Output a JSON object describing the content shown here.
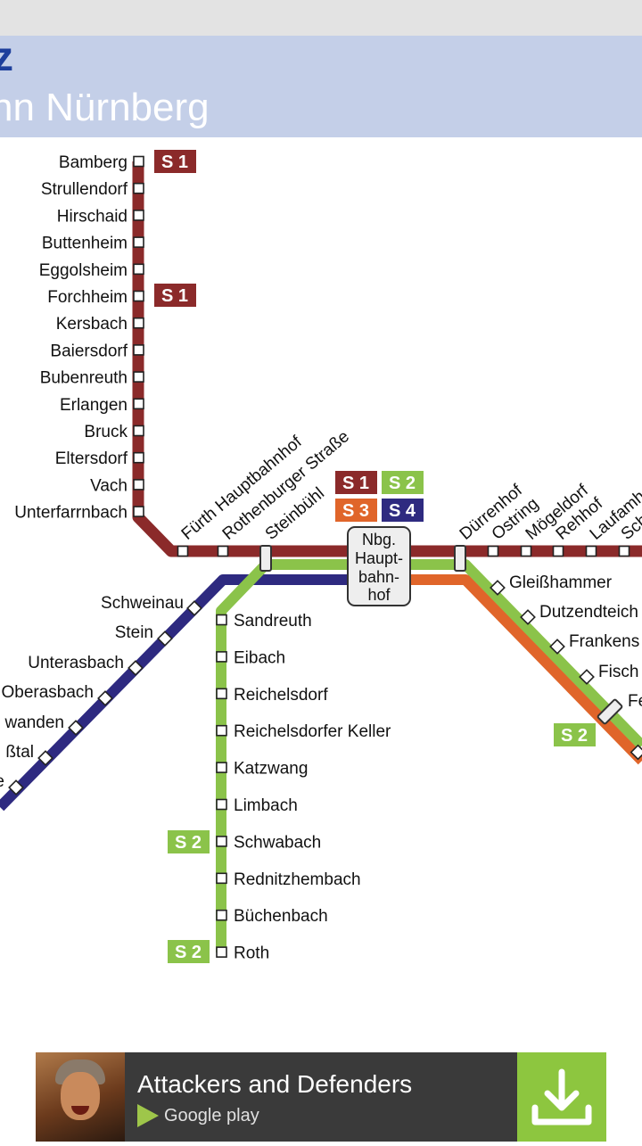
{
  "header": {
    "title_fragment": "z",
    "subtitle_fragment": "hn Nürnberg"
  },
  "map": {
    "colors": {
      "s1": "#8b2a2a",
      "s2": "#8bc34a",
      "s3": "#e0652a",
      "s4": "#2e2a80"
    },
    "lines": {
      "s1": "S 1",
      "s2": "S 2",
      "s3": "S 3",
      "s4": "S 4"
    },
    "hub": {
      "line1": "Nbg.",
      "line2": "Haupt-",
      "line3": "bahn-",
      "line4": "hof"
    },
    "s1_north_stations": [
      "Bamberg",
      "Strullendorf",
      "Hirschaid",
      "Buttenheim",
      "Eggolsheim",
      "Forchheim",
      "Kersbach",
      "Baiersdorf",
      "Bubenreuth",
      "Erlangen",
      "Bruck",
      "Eltersdorf",
      "Vach",
      "Unterfarrnbach"
    ],
    "west_stations": [
      "Fürth Hauptbahnhof",
      "Rothenburger Straße",
      "Steinbühl"
    ],
    "east_stations": [
      "Dürrenhof",
      "Ostring",
      "Mögeldorf",
      "Rehhof",
      "Laufamh",
      "Sch"
    ],
    "s4_stations": [
      "Schweinau",
      "Stein",
      "Unterasbach",
      "Oberasbach",
      "wanden",
      "ßtal",
      "e"
    ],
    "s2_south_stations": [
      "Sandreuth",
      "Eibach",
      "Reichelsdorf",
      "Reichelsdorfer Keller",
      "Katzwang",
      "Limbach",
      "Schwabach",
      "Rednitzhembach",
      "Büchenbach",
      "Roth"
    ],
    "southeast_stations": [
      "Gleißhammer",
      "Dutzendteich",
      "Frankens",
      "Fisch",
      "Fe"
    ]
  },
  "ad": {
    "title": "Attackers and Defenders",
    "store": "Google play",
    "icon": "download-icon"
  }
}
